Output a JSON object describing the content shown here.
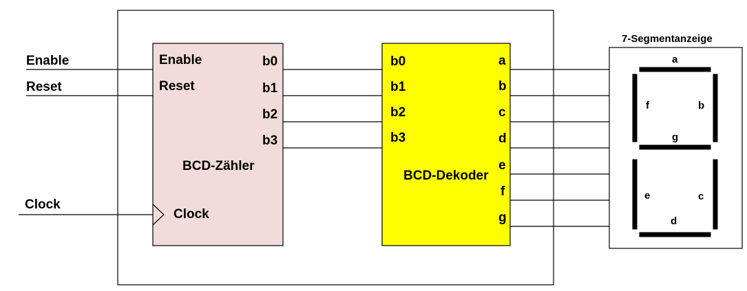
{
  "colors": {
    "counter_fill": "#f2dcdb",
    "decoder_fill": "#ffff00",
    "line": "#000000"
  },
  "inputs": {
    "enable": "Enable",
    "reset": "Reset",
    "clock": "Clock"
  },
  "counter": {
    "title": "BCD-Zähler",
    "enable": "Enable",
    "reset": "Reset",
    "clock": "Clock",
    "outputs": [
      "b0",
      "b1",
      "b2",
      "b3"
    ]
  },
  "decoder": {
    "title": "BCD-Dekoder",
    "inputs": [
      "b0",
      "b1",
      "b2",
      "b3"
    ],
    "outputs": [
      "a",
      "b",
      "c",
      "d",
      "e",
      "f",
      "g"
    ]
  },
  "display": {
    "title": "7-Segmentanzeige",
    "segments": [
      "a",
      "b",
      "c",
      "d",
      "e",
      "f",
      "g"
    ]
  }
}
